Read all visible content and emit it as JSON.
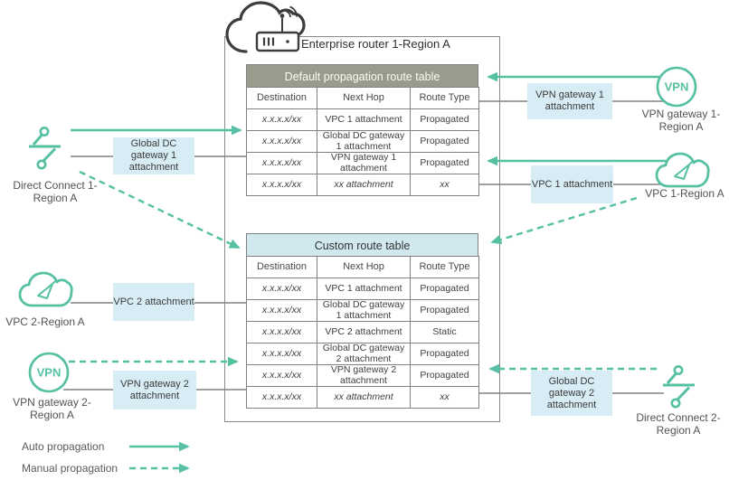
{
  "colors": {
    "accent_green": "#55c0a2",
    "connector_gray": "#808080",
    "default_table_header_bg": "#9b9b8d",
    "custom_table_header_bg": "#cfe9ee",
    "attachment_box_bg": "#d7ecf4",
    "dark_icon": "#3d3d3d"
  },
  "enterprise_router": {
    "title": "Enterprise router 1-Region A"
  },
  "default_table": {
    "title": "Default propagation route table",
    "columns": [
      "Destination",
      "Next Hop",
      "Route Type"
    ],
    "rows": [
      [
        "x.x.x.x/xx",
        "VPC 1 attachment",
        "Propagated"
      ],
      [
        "x.x.x.x/xx",
        "Global DC gateway 1 attachment",
        "Propagated"
      ],
      [
        "x.x.x.x/xx",
        "VPN gateway 1 attachment",
        "Propagated"
      ],
      [
        "x.x.x.x/xx",
        "xx attachment",
        "xx"
      ]
    ]
  },
  "custom_table": {
    "title": "Custom route table",
    "columns": [
      "Destination",
      "Next Hop",
      "Route Type"
    ],
    "rows": [
      [
        "x.x.x.x/xx",
        "VPC 1 attachment",
        "Propagated"
      ],
      [
        "x.x.x.x/xx",
        "Global DC gateway 1 attachment",
        "Propagated"
      ],
      [
        "x.x.x.x/xx",
        "VPC 2 attachment",
        "Static"
      ],
      [
        "x.x.x.x/xx",
        "Global DC gateway 2 attachment",
        "Propagated"
      ],
      [
        "x.x.x.x/xx",
        "VPN gateway 2 attachment",
        "Propagated"
      ],
      [
        "x.x.x.x/xx",
        "xx attachment",
        "xx"
      ]
    ]
  },
  "attachments": {
    "vpn_gw_1": "VPN gateway 1 attachment",
    "vpc_1": "VPC 1 attachment",
    "global_dc_gw_1": "Global DC gateway 1 attachment",
    "vpc_2": "VPC 2 attachment",
    "vpn_gw_2": "VPN gateway 2 attachment",
    "global_dc_gw_2": "Global DC gateway 2 attachment"
  },
  "nodes": {
    "vpn_gw_1": "VPN gateway 1-Region A",
    "vpc_1": "VPC 1-Region A",
    "dc_1": "Direct Connect 1-Region A",
    "vpc_2": "VPC 2-Region A",
    "vpn_gw_2": "VPN gateway 2-Region A",
    "dc_2": "Direct Connect 2-Region A"
  },
  "legend": {
    "auto": "Auto propagation",
    "manual": "Manual propagation"
  }
}
